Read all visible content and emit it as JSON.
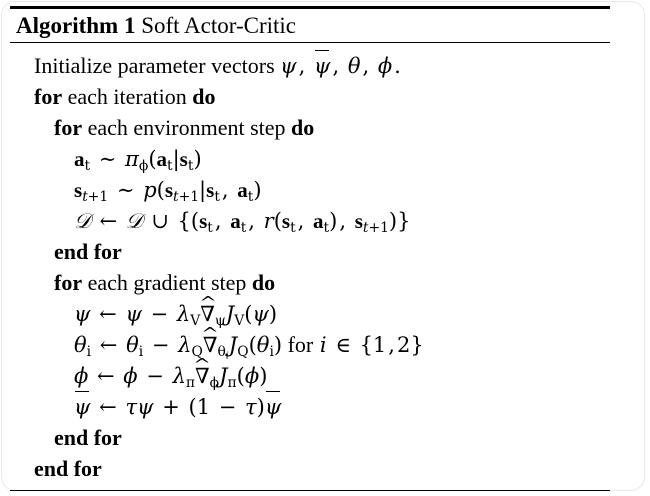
{
  "document": {
    "type": "algorithm-pseudocode-float",
    "background_color": "#ffffff",
    "text_color": "#000000"
  },
  "algorithm": {
    "label": "Algorithm 1",
    "name": "Soft Actor-Critic",
    "lines": [
      {
        "id": "init",
        "indent": 0,
        "text": "Initialize parameter vectors ψ, ψ̄, θ, ϕ."
      },
      {
        "id": "for-iteration",
        "indent": 0,
        "text": "for each iteration do"
      },
      {
        "id": "for-env-step",
        "indent": 1,
        "text": "for each environment step do"
      },
      {
        "id": "sample-action",
        "indent": 2,
        "text": "a_t ~ π_ϕ(a_t|s_t)"
      },
      {
        "id": "sample-next-state",
        "indent": 2,
        "text": "s_{t+1} ~ p(s_{t+1}|s_t, a_t)"
      },
      {
        "id": "append-replay-buffer",
        "indent": 2,
        "text": "D ← D ∪ {(s_t, a_t, r(s_t, a_t), s_{t+1})}"
      },
      {
        "id": "end-for-env-step",
        "indent": 1,
        "text": "end for"
      },
      {
        "id": "for-gradient-step",
        "indent": 1,
        "text": "for each gradient step do"
      },
      {
        "id": "update-psi",
        "indent": 2,
        "text": "ψ ← ψ − λ_V ∇̂_ψ J_V(ψ)"
      },
      {
        "id": "update-theta",
        "indent": 2,
        "text": "θ_i ← θ_i − λ_Q ∇̂_{θ_i} J_Q(θ_i) for i ∈ {1, 2}"
      },
      {
        "id": "update-phi",
        "indent": 2,
        "text": "ϕ ← ϕ − λ_π ∇̂_ϕ J_π(ϕ)"
      },
      {
        "id": "update-target-psi",
        "indent": 2,
        "text": "ψ̄ ← τψ + (1 − τ)ψ̄"
      },
      {
        "id": "end-for-gradient-step",
        "indent": 1,
        "text": "end for"
      },
      {
        "id": "end-for-iteration",
        "indent": 0,
        "text": "end for"
      }
    ],
    "keywords": {
      "for": "for",
      "do": "do",
      "end_for": "end for",
      "each_iteration": "each iteration",
      "each_environment_step": "each environment step",
      "each_gradient_step": "each gradient step",
      "initialize_text": "Initialize parameter vectors",
      "for_i_in": "for",
      "period": "."
    },
    "symbols": {
      "psi": "ψ",
      "psi_bar": "ψ̄",
      "theta": "θ",
      "phi": "ϕ",
      "tau": "τ",
      "lambda": "λ",
      "pi": "π",
      "nabla_hat": "∇̂",
      "cal_D": "𝒟",
      "sim": "∼",
      "leftarrow": "←",
      "cup": "∪",
      "in": "∈",
      "minus": "−",
      "plus": "+",
      "comma": ",",
      "one": "1",
      "two": "2"
    }
  }
}
